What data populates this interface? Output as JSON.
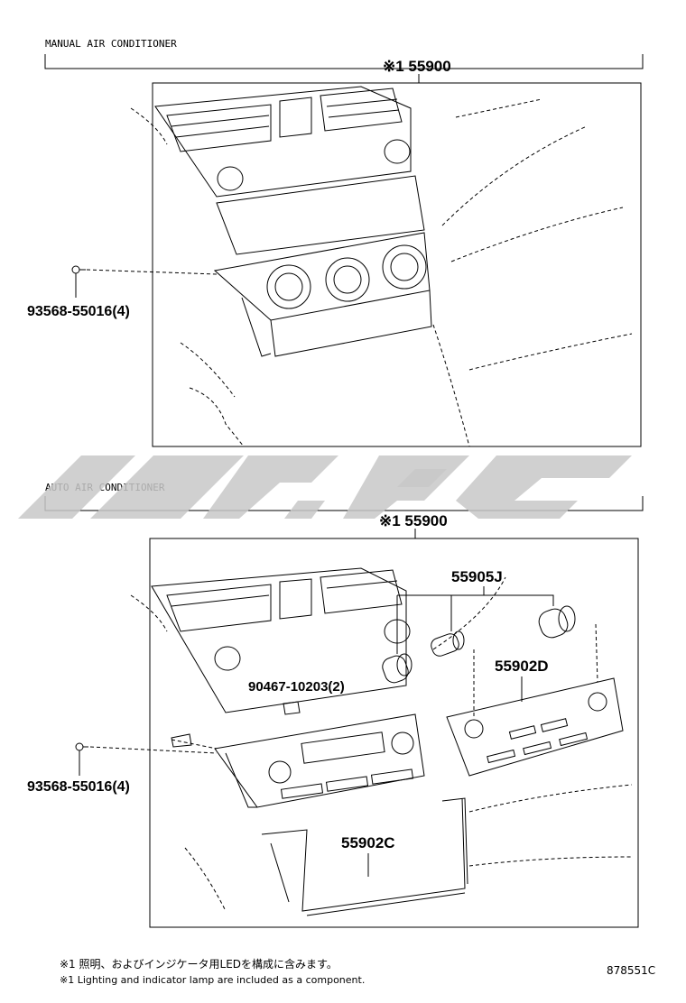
{
  "sections": {
    "manual": {
      "title": "MANUAL  AIR  CONDITIONER",
      "main_part": "※1 55900",
      "screw_part": "93568-55016(4)"
    },
    "auto": {
      "title": "AUTO  AIR  CONDITIONER",
      "main_part": "※1 55900",
      "knob_part": "55905J",
      "panel_part": "55902D",
      "bulb_part": "90467-10203(2)",
      "bezel_part": "55902C",
      "screw_part": "93568-55016(4)"
    }
  },
  "footnotes": {
    "jp": "※1 照明、およびインジケータ用LEDを構成に含みます。",
    "en": "※1 Lighting and indicator lamp are included as a component."
  },
  "drawing_number": "878551C",
  "colors": {
    "line": "#000000",
    "watermark": "#c8c8c8"
  }
}
